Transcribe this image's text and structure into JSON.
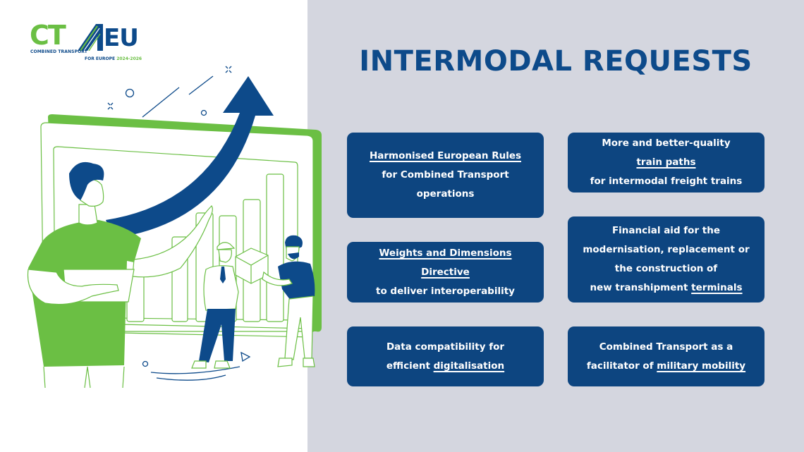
{
  "colors": {
    "primary_blue": "#0d4a8a",
    "card_blue": "#0d4580",
    "accent_green": "#6bbf44",
    "panel_grey": "#d4d6df",
    "white": "#ffffff"
  },
  "logo": {
    "ct": "CT",
    "eu": "EU",
    "line1": "COMBINED TRANSPORT",
    "line2_prefix": "FOR EUROPE",
    "line2_years": "2024-2026"
  },
  "title": "INTERMODAL REQUESTS",
  "cards": [
    {
      "id": "harmonised-rules",
      "lines": [
        {
          "text": "Harmonised European Rules",
          "underline": true
        },
        {
          "text": "for Combined Transport"
        },
        {
          "text": "operations"
        }
      ]
    },
    {
      "id": "train-paths",
      "lines": [
        {
          "text": "More and better-quality"
        },
        {
          "text": "train paths",
          "underline": true
        },
        {
          "text": "for intermodal freight trains"
        }
      ]
    },
    {
      "id": "financial-aid",
      "lines": [
        {
          "text": "Financial aid for the"
        },
        {
          "text": "modernisation, replacement or"
        },
        {
          "text": "the construction of"
        },
        {
          "prefix": "new transhipment ",
          "underlined": "terminals"
        }
      ]
    },
    {
      "id": "weights-dimensions",
      "lines": [
        {
          "text": "Weights and Dimensions",
          "underline": true
        },
        {
          "text": "Directive",
          "underline": true
        },
        {
          "text": "to deliver interoperability"
        }
      ]
    },
    {
      "id": "data-compatibility",
      "lines": [
        {
          "text": "Data compatibility for"
        },
        {
          "prefix": "efficient ",
          "underlined": "digitalisation"
        }
      ]
    },
    {
      "id": "military-mobility",
      "lines": [
        {
          "text": "Combined Transport as a"
        },
        {
          "prefix": "facilitator of ",
          "underlined": "military mobility"
        }
      ]
    }
  ],
  "illustration": {
    "description": "Growth chart board with rising arrow, presenter and two people exchanging a box",
    "icons": [
      "rising-arrow-icon",
      "bar-chart-icon",
      "presenter-figure",
      "delivery-figure",
      "receiver-figure",
      "package-box-icon",
      "sparkle-icon",
      "circle-icon"
    ]
  }
}
